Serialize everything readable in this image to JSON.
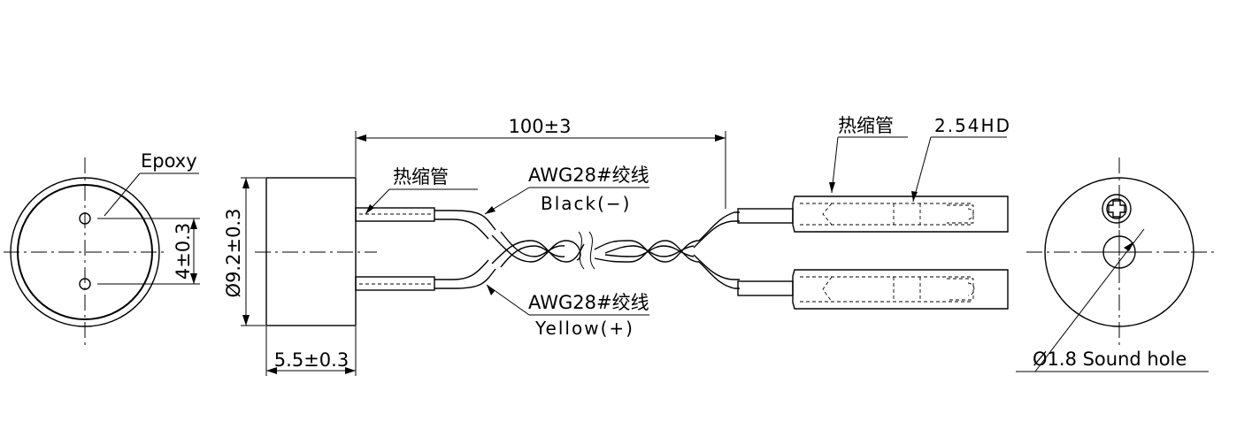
{
  "labels": {
    "epoxy": "Epoxy",
    "hole_spacing": "4±0.3",
    "diameter": "Ø9.2±0.3",
    "thickness": "5.5±0.3",
    "heat_shrink_left": "热缩管",
    "heat_shrink_right": "热缩管",
    "cable_length": "100±3",
    "wire_spec_top": "AWG28#绞线",
    "wire_black": "Black(−)",
    "wire_spec_bottom": "AWG28#绞线",
    "wire_yellow": "Yellow(+)",
    "connector_pitch": "2.54HD",
    "sound_hole": "Ø1.8 Sound hole"
  }
}
